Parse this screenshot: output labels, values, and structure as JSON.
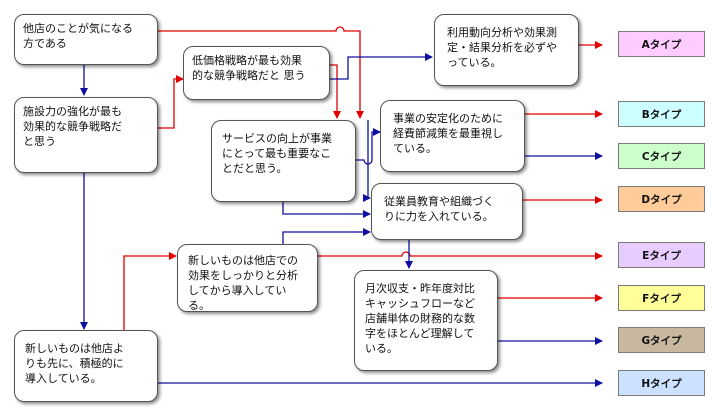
{
  "nodes": {
    "q1": {
      "text": "他店のことが気になる\n方である"
    },
    "q2": {
      "text": "施設力の強化が最も\n効果的な競争戦略だ\nと思う"
    },
    "q3": {
      "text": "低価格戦略が最も効果\n的な競争戦略だと 思う"
    },
    "q4": {
      "text": "サービスの向上が事業\nにとって最も重要なこ\nとだと思う。"
    },
    "q5": {
      "text": "利用動向分析や効果測\n定・結果分析を必ずや\nっている。"
    },
    "q6": {
      "text": "事業の安定化のために\n経費節減策を最重視し\nている。"
    },
    "q7": {
      "text": "従業員教育や組織づく\nりに力を入れている。"
    },
    "q8": {
      "text": "新しいものは他店での\n効果をしっかりと分析\nしてから導入している。"
    },
    "q9": {
      "text": "月次収支・昨年度対比\nキャッシュフローなど\n店舗単体の財務的な数\n字をほとんど理解して\nいる。"
    },
    "q10": {
      "text": "新しいものは他店よ\nりも先に、積極的に\n導入している。"
    }
  },
  "types": [
    {
      "label": "Aタイプ",
      "color": "#ffccff"
    },
    {
      "label": "Bタイプ",
      "color": "#ccffff"
    },
    {
      "label": "Cタイプ",
      "color": "#ccffcc"
    },
    {
      "label": "Dタイプ",
      "color": "#ffcc99"
    },
    {
      "label": "Eタイプ",
      "color": "#e6ccff"
    },
    {
      "label": "Fタイプ",
      "color": "#ffff99"
    },
    {
      "label": "Gタイプ",
      "color": "#c8b8a0"
    },
    {
      "label": "Hタイプ",
      "color": "#cce0ff"
    }
  ],
  "colors": {
    "yes": "#e00000",
    "no": "#1010a0"
  }
}
